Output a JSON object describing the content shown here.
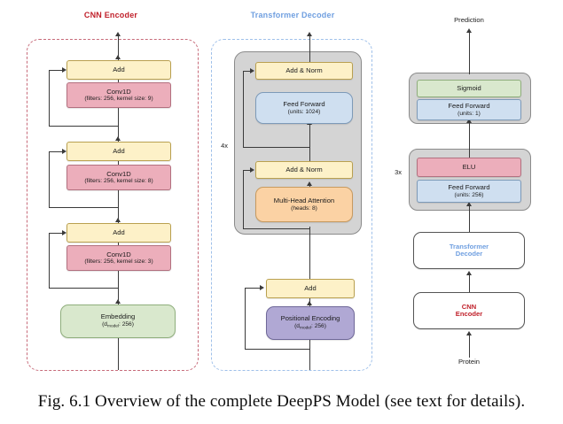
{
  "caption": "Fig. 6.1 Overview of the complete DeepPS Model (see text for details).",
  "sections": {
    "cnn_encoder_title": "CNN Encoder",
    "transformer_decoder_title": "Transformer Decoder"
  },
  "colors": {
    "cnn_red": "#c0202a",
    "decoder_blue": "#6f9fe0",
    "add_yellow": "#fdf1c8",
    "conv_pink": "#ecaebb",
    "embedding_green": "#d9e8cd",
    "feedforward_blue": "#cfdff0",
    "attention_orange": "#fbd2a4",
    "positional_purple": "#b0a8d4"
  },
  "cnn_encoder": {
    "blocks": [
      {
        "id": "add3",
        "label": "Add",
        "detail": ""
      },
      {
        "id": "conv3",
        "label": "Conv1D",
        "detail": "(filters: 256, kernel size: 9)"
      },
      {
        "id": "add2",
        "label": "Add",
        "detail": ""
      },
      {
        "id": "conv2",
        "label": "Conv1D",
        "detail": "(filters: 256, kernel size: 8)"
      },
      {
        "id": "add1",
        "label": "Add",
        "detail": ""
      },
      {
        "id": "conv1",
        "label": "Conv1D",
        "detail": "(filters: 256, kernel size: 3)"
      },
      {
        "id": "embed",
        "label": "Embedding",
        "detail_pre": "(d",
        "detail_sub": "model",
        "detail_post": ": 256)"
      }
    ]
  },
  "transformer_decoder": {
    "repeat_label": "4x",
    "blocks": [
      {
        "id": "addnorm2",
        "label": "Add & Norm",
        "detail": ""
      },
      {
        "id": "ff1024",
        "label": "Feed Forward",
        "detail": "(units: 1024)"
      },
      {
        "id": "addnorm1",
        "label": "Add & Norm",
        "detail": ""
      },
      {
        "id": "mha",
        "label": "Multi-Head Attention",
        "detail": "(heads: 8)"
      },
      {
        "id": "addpe",
        "label": "Add",
        "detail": ""
      },
      {
        "id": "posenc",
        "label": "Positional Encoding",
        "detail_pre": "(d",
        "detail_sub": "model",
        "detail_post": ": 256)"
      }
    ]
  },
  "output_head": {
    "prediction_label": "Prediction",
    "input_label": "Protein",
    "repeat_label": "3x",
    "blocks": [
      {
        "id": "sigmoid",
        "label": "Sigmoid",
        "detail": ""
      },
      {
        "id": "ff1",
        "label": "Feed Forward",
        "detail": "(units: 1)"
      },
      {
        "id": "elu",
        "label": "ELU",
        "detail": ""
      },
      {
        "id": "ff256",
        "label": "Feed Forward",
        "detail": "(units: 256)"
      },
      {
        "id": "tdec",
        "label": "Transformer",
        "detail": "Decoder"
      },
      {
        "id": "cenc",
        "label": "CNN",
        "detail": "Encoder"
      }
    ]
  }
}
